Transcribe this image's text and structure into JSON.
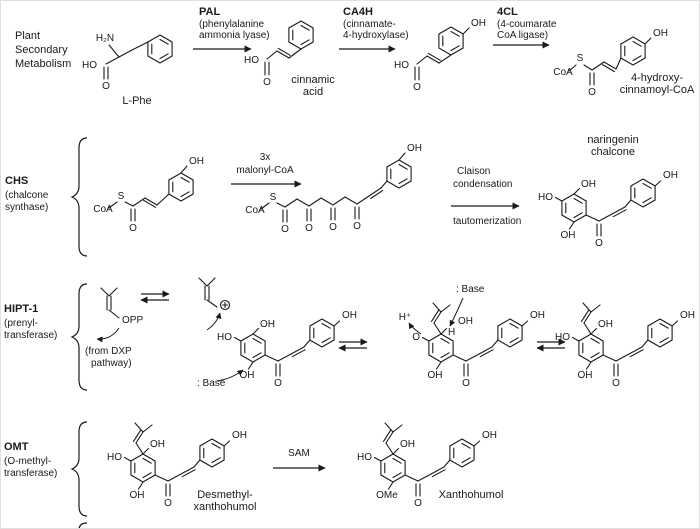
{
  "title": {
    "line1": "Plant",
    "line2": "Secondary",
    "line3": "Metabolism"
  },
  "atoms": {
    "ho": "HO",
    "oh": "OH",
    "o": "O",
    "s": "S",
    "coa": "CoA",
    "opp": "OPP",
    "ome": "OMe",
    "h2n": "H₂N",
    "h": "H",
    "hplus": "H⁺",
    "base": ": Base"
  },
  "row1": {
    "enzyme1": {
      "name": "PAL",
      "desc1": "(phenylalanine",
      "desc2": "ammonia lyase)"
    },
    "enzyme2": {
      "name": "CA4H",
      "desc1": "(cinnamate-",
      "desc2": "4-hydroxylase)"
    },
    "enzyme3": {
      "name": "4CL",
      "desc1": "(4-coumarate",
      "desc2": "CoA ligase)"
    },
    "mol1": "L-Phe",
    "mol2a": "cinnamic",
    "mol2b": "acid",
    "mol4a": "4-hydroxy-",
    "mol4b": "cinnamoyl-CoA"
  },
  "row2": {
    "enzyme": {
      "name": "CHS",
      "desc1": "(chalcone",
      "desc2": "synthase)"
    },
    "arrow1a": "3x",
    "arrow1b": "malonyl-CoA",
    "arrow2a": "Claison",
    "arrow2b": "condensation",
    "arrow2c": "tautomerization",
    "mol3a": "naringenin",
    "mol3b": "chalcone"
  },
  "row3": {
    "enzyme": {
      "name": "HIPT-1",
      "desc1": "(prenyl-",
      "desc2": "transferase)"
    },
    "dxp1": "(from DXP",
    "dxp2": "pathway)"
  },
  "row4": {
    "enzyme": {
      "name": "OMT",
      "desc1": "(O-methyl-",
      "desc2": "transferase)"
    },
    "arrow": "SAM",
    "mol1a": "Desmethyl-",
    "mol1b": "xanthohumol",
    "mol2": "Xanthohumol"
  }
}
